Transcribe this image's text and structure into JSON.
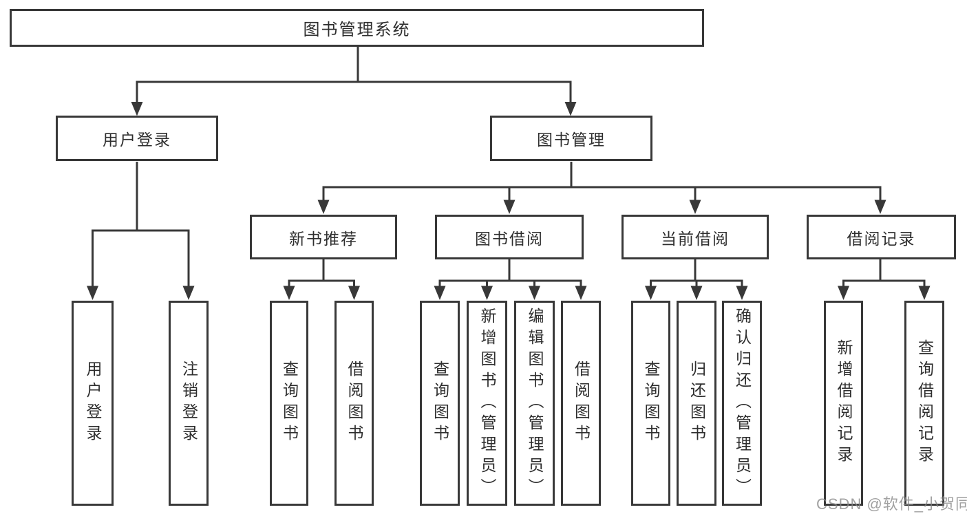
{
  "tree": {
    "root": "图书管理系统",
    "children": [
      {
        "label": "用户登录",
        "children": [
          {
            "label": "用户登录"
          },
          {
            "label": "注销登录"
          }
        ]
      },
      {
        "label": "图书管理",
        "children": [
          {
            "label": "新书推荐",
            "children": [
              {
                "label": "查询图书"
              },
              {
                "label": "借阅图书"
              }
            ]
          },
          {
            "label": "图书借阅",
            "children": [
              {
                "label": "查询图书"
              },
              {
                "label": "新增图书（管理员）"
              },
              {
                "label": "编辑图书（管理员）"
              },
              {
                "label": "借阅图书"
              }
            ]
          },
          {
            "label": "当前借阅",
            "children": [
              {
                "label": "查询图书"
              },
              {
                "label": "归还图书"
              },
              {
                "label": "确认归还（管理员）"
              }
            ]
          },
          {
            "label": "借阅记录",
            "children": [
              {
                "label": "新增借阅记录"
              },
              {
                "label": "查询借阅记录"
              }
            ]
          }
        ]
      }
    ]
  },
  "colors": {
    "line": "#383838",
    "text": "#2e2e2e",
    "watermark": "#878787"
  },
  "watermark": "CSDN @软件_小贺同学"
}
